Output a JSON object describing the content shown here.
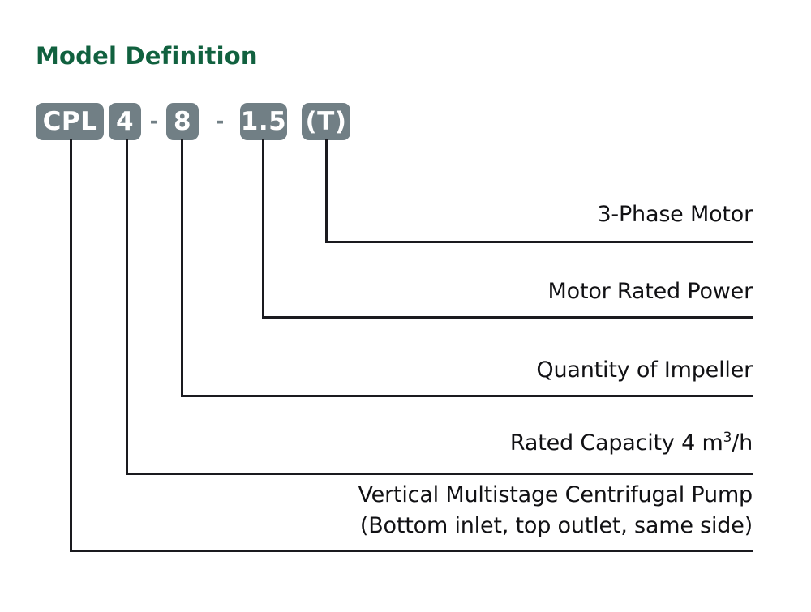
{
  "title": "Model Definition",
  "colors": {
    "heading": "#11613f",
    "box_fill": "#717f85",
    "box_text": "#ffffff",
    "line": "#1a1a1f",
    "label_text": "#111114",
    "background": "#ffffff"
  },
  "model_code": {
    "segments": [
      {
        "id": "series",
        "text": "CPL"
      },
      {
        "id": "capacity",
        "text": "4"
      },
      {
        "id": "stages",
        "text": "8"
      },
      {
        "id": "power",
        "text": "1.5"
      },
      {
        "id": "phase",
        "text": "(T)"
      }
    ],
    "separators": [
      {
        "id": "dash-1",
        "text": "-"
      },
      {
        "id": "dash-2",
        "text": "-"
      }
    ],
    "full": "CPL 4 - 8 - 1.5 (T)"
  },
  "callouts": [
    {
      "id": "phase",
      "label": "3-Phase Motor"
    },
    {
      "id": "power",
      "label": "Motor Rated Power"
    },
    {
      "id": "stages",
      "label": "Quantity of Impeller"
    },
    {
      "id": "capacity",
      "label_prefix": "Rated Capacity  4 m",
      "label_sup": "3",
      "label_suffix": "/h",
      "label": "Rated Capacity  4 m3/h"
    },
    {
      "id": "series",
      "line1": "Vertical Multistage Centrifugal Pump",
      "line2": "(Bottom inlet, top outlet, same side)"
    }
  ]
}
